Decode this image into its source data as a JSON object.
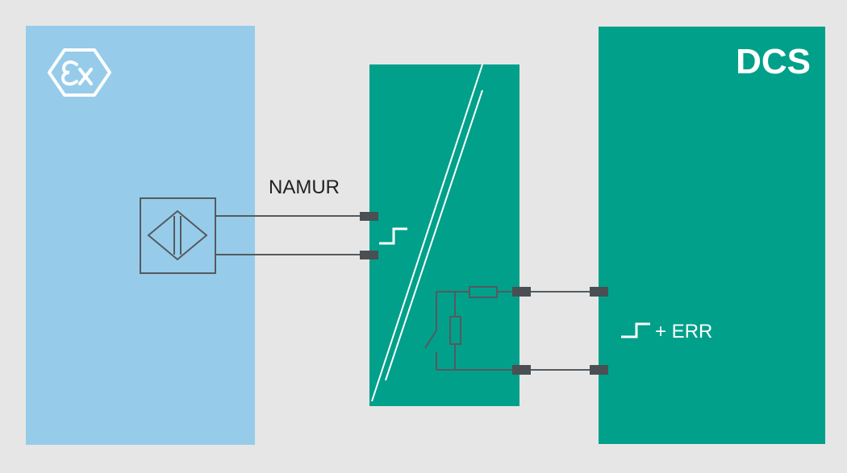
{
  "colors": {
    "background": "#e6e6e6",
    "hazardous_area": "#96cce9",
    "isolator": "#00a08a",
    "dcs": "#00a08a",
    "wire": "#555a5e",
    "terminal": "#4a4f53",
    "white": "#ffffff"
  },
  "icons": {
    "ex_mark": "ex-hexagon-icon",
    "sensor": "inductive-sensor-icon",
    "switching_signal": "step-signal-icon"
  },
  "labels": {
    "interface": "NAMUR",
    "control_system": "DCS",
    "output_signal": "+ ERR"
  }
}
